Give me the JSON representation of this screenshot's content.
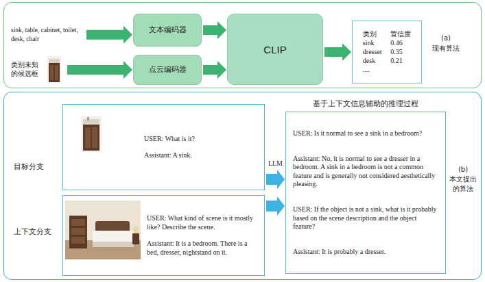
{
  "diagram": {
    "nodes": [
      {
        "text": [
          "(a)",
          "现有算法"
        ]
      },
      {
        "text": [
          "sink, table, cabinet, toilet, desk, chair"
        ],
        "in": 0
      },
      {
        "text": [
          "文本编码器"
        ],
        "in": 0
      },
      {
        "text": [
          "类别未知的候选框"
        ],
        "in": 0
      },
      {
        "text": [
          "点云编码器"
        ],
        "in": 0
      },
      {
        "text": [
          "CLIP"
        ],
        "in": 0
      },
      {
        "text": [
          "类别",
          "置信度",
          "sink",
          "0.46",
          "dresser",
          "0.35",
          "desk",
          "0.21",
          "...."
        ],
        "in": 0
      },
      {
        "text": [
          "(b)",
          "本文提出的算法"
        ]
      },
      {
        "text": [
          "目标分支",
          "USER: What is it?",
          "Assistant: A sink."
        ],
        "in": 7
      },
      {
        "text": [
          "上下文分支",
          "USER: What kind of scene is it mostly like? Describe the scene.",
          "Assistant: It is a bedroom. There is a bed, dresser, nightstand on it."
        ],
        "in": 7
      },
      {
        "text": [
          "基于上下文信息辅助的推理过程",
          "USER: Is it normal to see a sink in a bedroom?",
          "Assistant: No, it is normal to see a dresser in a bedroom. A sink in a bedroom is not a common feature and is generally not considered aesthetically pleasing.",
          "USER: If the object is not a sink, what is it probably based on the scene description and the object feature?",
          "Assistant: It is probably a dresser."
        ],
        "in": 7
      }
    ],
    "edges": [
      {
        "from": 1,
        "to": 2,
        "arrow": "to"
      },
      {
        "from": 3,
        "to": 4,
        "arrow": "to"
      },
      {
        "from": 2,
        "to": 5,
        "arrow": "to"
      },
      {
        "from": 4,
        "to": 5,
        "arrow": "to"
      },
      {
        "from": 5,
        "to": 6,
        "arrow": "to"
      },
      {
        "from": 8,
        "to": 10,
        "arrow": "to",
        "label": "LLM"
      },
      {
        "from": 9,
        "to": 10,
        "arrow": "to"
      }
    ]
  }
}
